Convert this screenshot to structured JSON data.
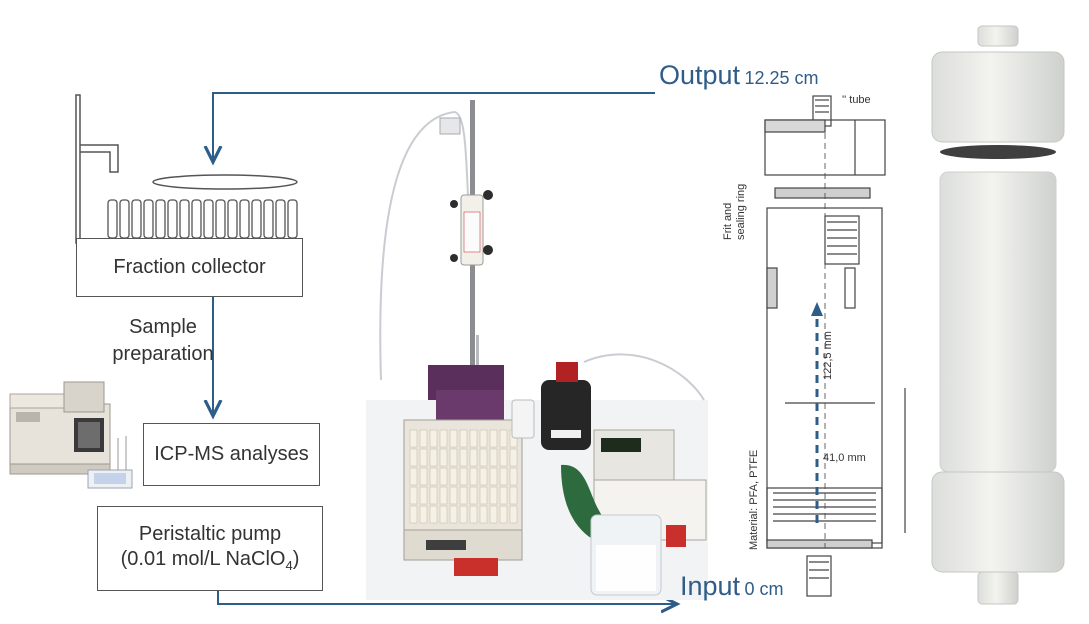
{
  "labels": {
    "fraction_collector": "Fraction collector",
    "sample_prep_line1": "Sample",
    "sample_prep_line2": "preparation",
    "icpms": "ICP-MS analyses",
    "pump_line1": "Peristaltic pump",
    "pump_line2_prefix": "(0.01 mol/L NaClO",
    "pump_line2_sub": "4",
    "pump_line2_suffix": ")"
  },
  "output": {
    "word": "Output",
    "value": "12.25 cm"
  },
  "input": {
    "word": "Input",
    "value": "0 cm"
  },
  "drawing": {
    "tube": "'' tube",
    "frit_line1": "Frit and",
    "frit_line2": "sealing ring",
    "length": "122,5 mm",
    "diameter": "41,0 mm",
    "material": "Material: PFA, PTFE"
  },
  "colors": {
    "flow_arrow": "#2f5d8a",
    "box_border": "#555555"
  }
}
